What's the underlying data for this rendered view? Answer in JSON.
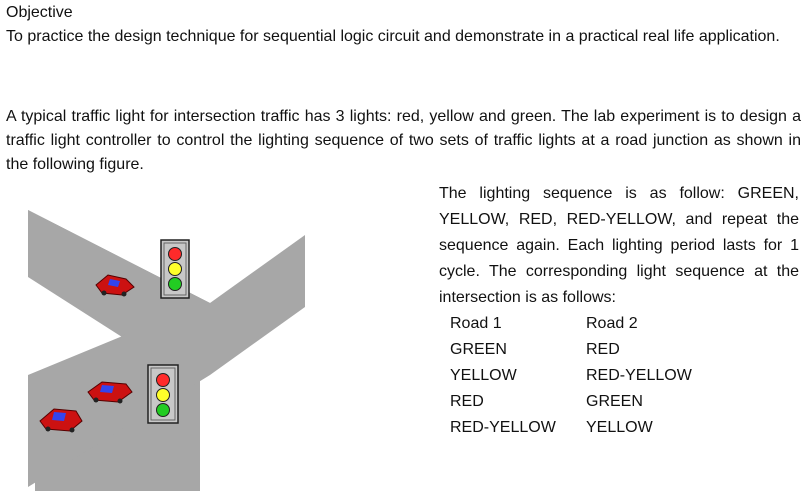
{
  "objective": {
    "heading": "Objective",
    "text": "To practice the design technique for sequential logic circuit and demonstrate in a practical real life application."
  },
  "intro": "A typical traffic light for intersection traffic has 3 lights: red, yellow and green. The lab experiment is to design a traffic light controller to control the lighting sequence of two sets of traffic lights at a road junction as shown in the following figure.",
  "sequence_text": "The lighting sequence is as follow: GREEN, YELLOW, RED, RED-YELLOW, and repeat the sequence again. Each lighting period lasts for 1 cycle. The corresponding light sequence at the intersection is as follows:",
  "table": {
    "headers": [
      "Road 1",
      "Road 2"
    ],
    "rows": [
      [
        "GREEN",
        "RED"
      ],
      [
        "YELLOW",
        "RED-YELLOW"
      ],
      [
        "RED",
        "GREEN"
      ],
      [
        "RED-YELLOW",
        "YELLOW"
      ]
    ]
  },
  "colors": {
    "road": "#a7a7a7",
    "signal_housing": "#c8c8c8",
    "light_red": "#ff2a2a",
    "light_yellow": "#ffff2a",
    "light_green": "#22cc22",
    "car_body": "#cc1111",
    "car_window": "#3344ee"
  }
}
